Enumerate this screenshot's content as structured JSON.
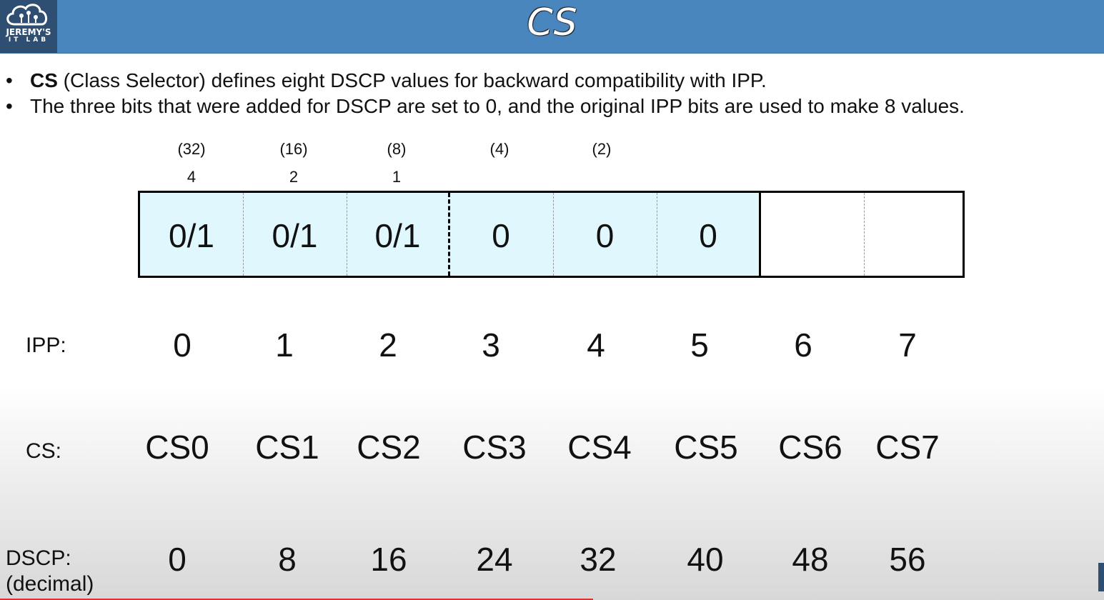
{
  "header": {
    "title": "CS",
    "logo_line1": "JEREMY'S",
    "logo_line2": "IT LAB"
  },
  "bullets": [
    {
      "bold": "CS",
      "text": " (Class Selector) defines eight DSCP values for backward compatibility with IPP."
    },
    {
      "bold": "",
      "text": "The three bits that were added for DSCP are set to 0, and the original IPP bits are used to make 8 values."
    }
  ],
  "bit_weights": {
    "dscp": [
      "(32)",
      "(16)",
      "(8)",
      "(4)",
      "(2)"
    ],
    "ipp": [
      "4",
      "2",
      "1"
    ]
  },
  "bits": [
    "0/1",
    "0/1",
    "0/1",
    "0",
    "0",
    "0",
    "",
    ""
  ],
  "rows": {
    "ipp": {
      "label": "IPP:",
      "values": [
        "0",
        "1",
        "2",
        "3",
        "4",
        "5",
        "6",
        "7"
      ]
    },
    "cs": {
      "label": "CS:",
      "values": [
        "CS0",
        "CS1",
        "CS2",
        "CS3",
        "CS4",
        "CS5",
        "CS6",
        "CS7"
      ]
    },
    "dscp": {
      "label_line1": "DSCP:",
      "label_line2": "(decimal)",
      "values": [
        "0",
        "8",
        "16",
        "24",
        "32",
        "40",
        "48",
        "56"
      ]
    }
  }
}
